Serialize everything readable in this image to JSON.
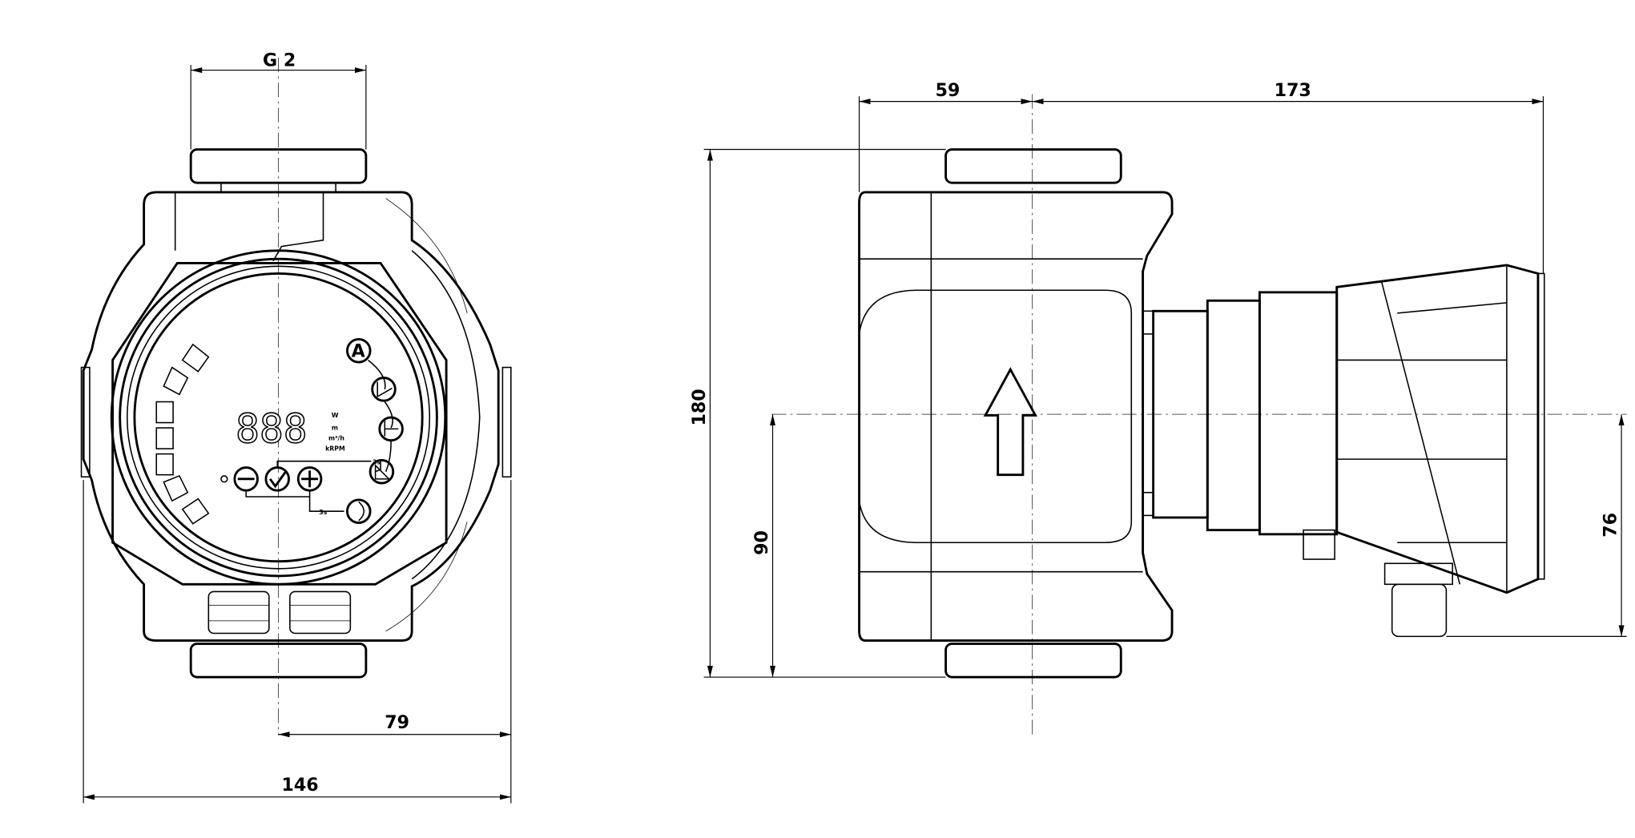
{
  "dimensions": {
    "thread": "G 2",
    "width_front": "146",
    "half_width": "79",
    "inlet_offset": "59",
    "motor_length": "173",
    "port_to_port": "180",
    "axis_height": "90",
    "axis_to_gland": "76"
  },
  "display": {
    "digits": "888",
    "unit_w": "W",
    "unit_m": "m",
    "unit_flow": "m³/h",
    "unit_rpm": "kRPM",
    "mode_auto": "A",
    "hold_minus_plus": "3s",
    "hold_check": "3s"
  }
}
